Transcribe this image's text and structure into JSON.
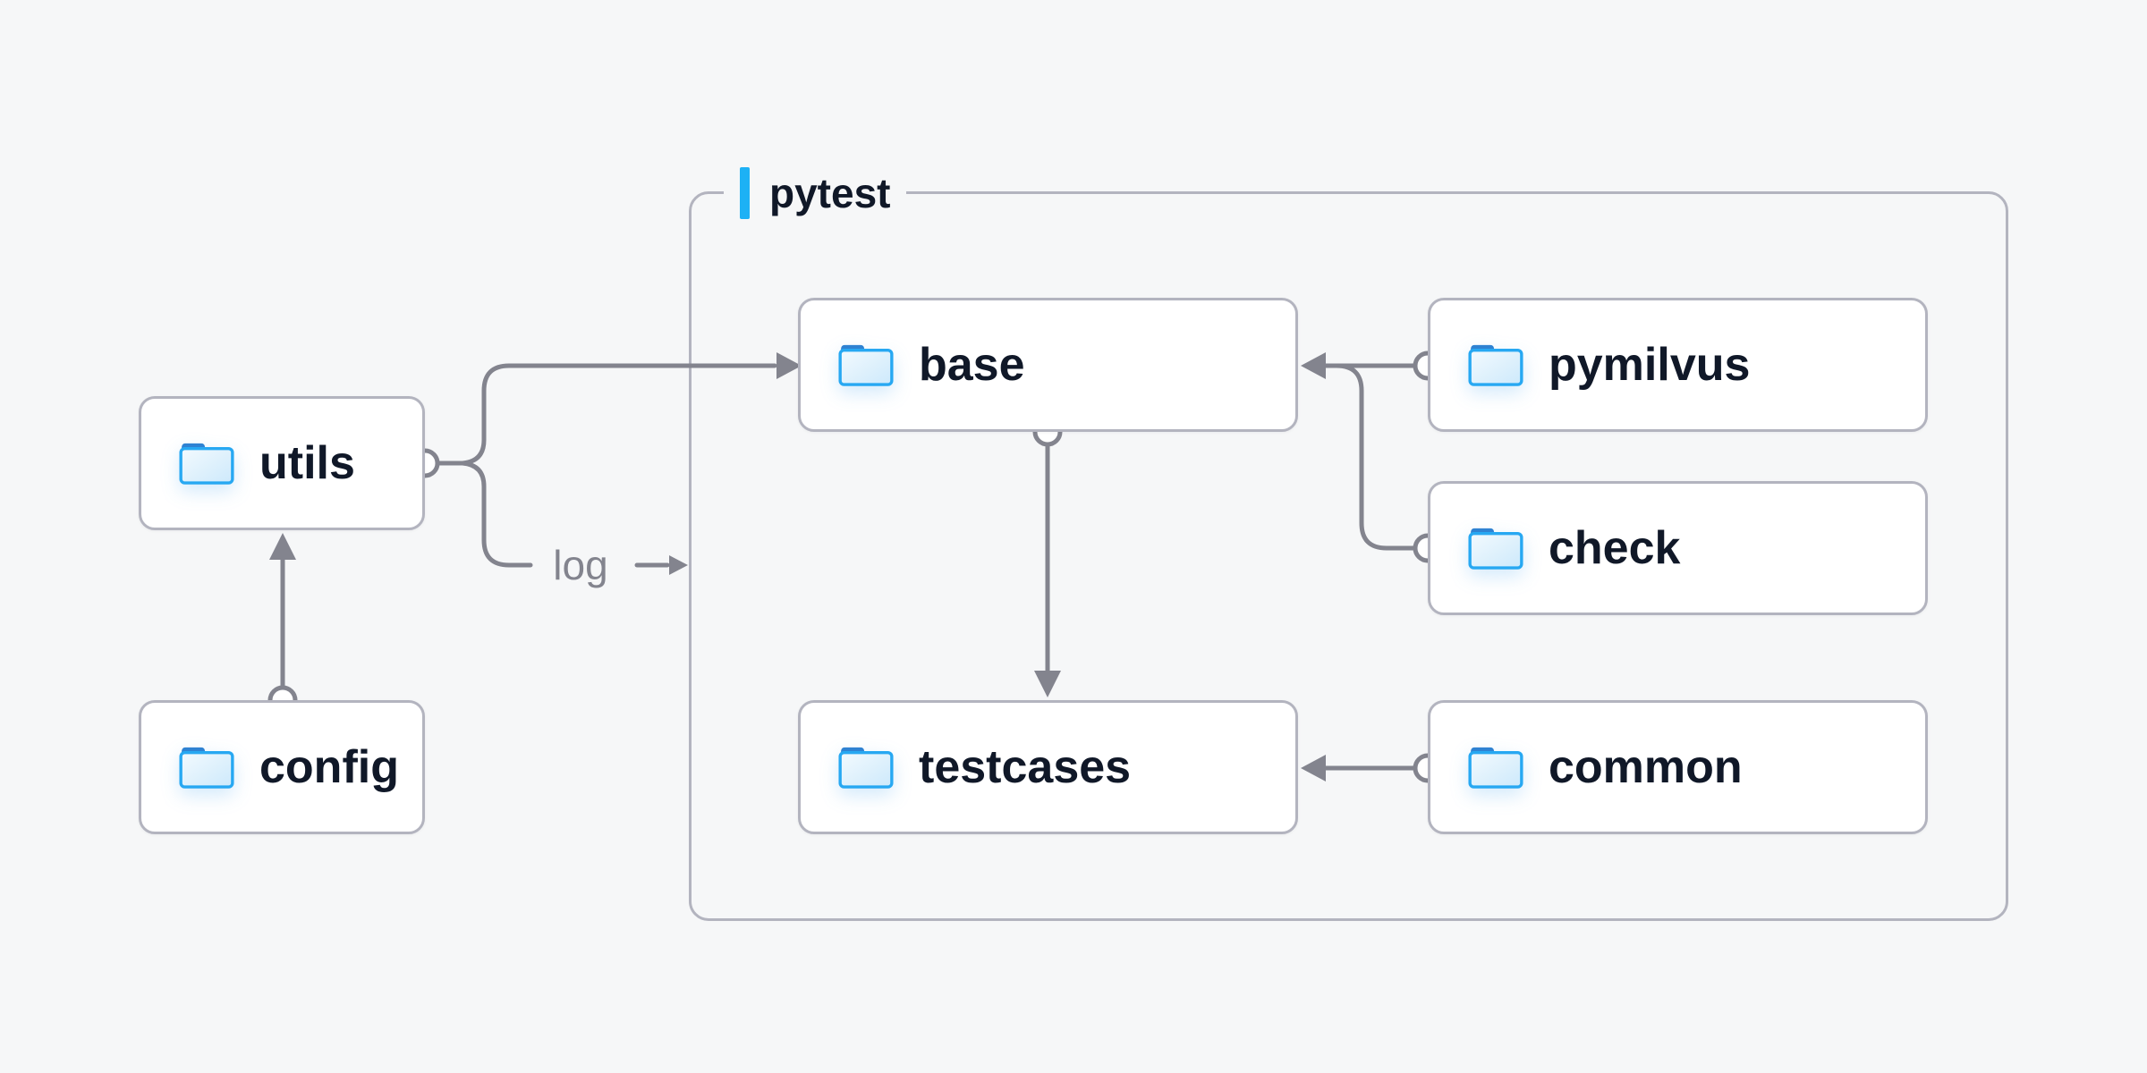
{
  "diagram": {
    "group": {
      "label": "pytest"
    },
    "nodes": {
      "utils": {
        "label": "utils"
      },
      "config": {
        "label": "config"
      },
      "base": {
        "label": "base"
      },
      "testcases": {
        "label": "testcases"
      },
      "pymilvus": {
        "label": "pymilvus"
      },
      "check": {
        "label": "check"
      },
      "common": {
        "label": "common"
      }
    },
    "edges": [
      {
        "from": "config",
        "to": "utils"
      },
      {
        "from": "utils",
        "to": "base"
      },
      {
        "from": "utils",
        "to": "pytest-group",
        "label": "log"
      },
      {
        "from": "pymilvus",
        "to": "base"
      },
      {
        "from": "check",
        "to": "base"
      },
      {
        "from": "base",
        "to": "testcases"
      },
      {
        "from": "common",
        "to": "testcases"
      }
    ],
    "colors": {
      "accent_blue": "#1db1f5",
      "folder_stroke": "#27a8f2",
      "folder_tab": "#2f82d2",
      "text_dark": "#101828",
      "line_gray": "#83848e",
      "border_gray": "#b3b4bf",
      "background": "#f6f7f8",
      "node_background": "#ffffff"
    }
  }
}
